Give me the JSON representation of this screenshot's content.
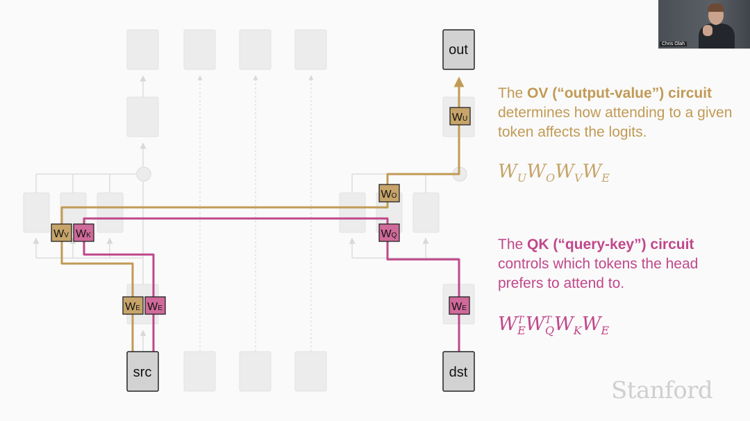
{
  "nodes": {
    "out_label": "out",
    "src_label": "src",
    "dst_label": "dst"
  },
  "weights": {
    "WU": {
      "base": "W",
      "sub": "U"
    },
    "WO": {
      "base": "W",
      "sub": "O"
    },
    "WQ": {
      "base": "W",
      "sub": "Q"
    },
    "WV": {
      "base": "W",
      "sub": "V"
    },
    "WK": {
      "base": "W",
      "sub": "K"
    },
    "WE_src_ov": {
      "base": "W",
      "sub": "E"
    },
    "WE_src_qk": {
      "base": "W",
      "sub": "E"
    },
    "WE_dst": {
      "base": "W",
      "sub": "E"
    }
  },
  "ov": {
    "prefix": "The ",
    "title": "OV (“output-value”) circuit",
    "body": "determines how attending to a given token affects the logits.",
    "formula": [
      {
        "base": "W",
        "sub": "U"
      },
      {
        "base": "W",
        "sub": "O"
      },
      {
        "base": "W",
        "sub": "V"
      },
      {
        "base": "W",
        "sub": "E"
      }
    ]
  },
  "qk": {
    "prefix": "The ",
    "title": "QK (“query-key”) circuit",
    "body": "controls which tokens the head prefers to attend to.",
    "formula": [
      {
        "base": "W",
        "sub": "E",
        "sup": "T"
      },
      {
        "base": "W",
        "sub": "Q",
        "sup": "T"
      },
      {
        "base": "W",
        "sub": "K"
      },
      {
        "base": "W",
        "sub": "E"
      }
    ]
  },
  "colors": {
    "ov": "#c19a55",
    "ov_fill": "#c6a46a",
    "qk": "#c0478a",
    "qk_fill": "#cf6a9a",
    "ghost": "#ebebeb",
    "ghost_line": "#dddddd"
  },
  "branding": {
    "watermark": "Stanford",
    "speaker": "Chris Olah"
  }
}
